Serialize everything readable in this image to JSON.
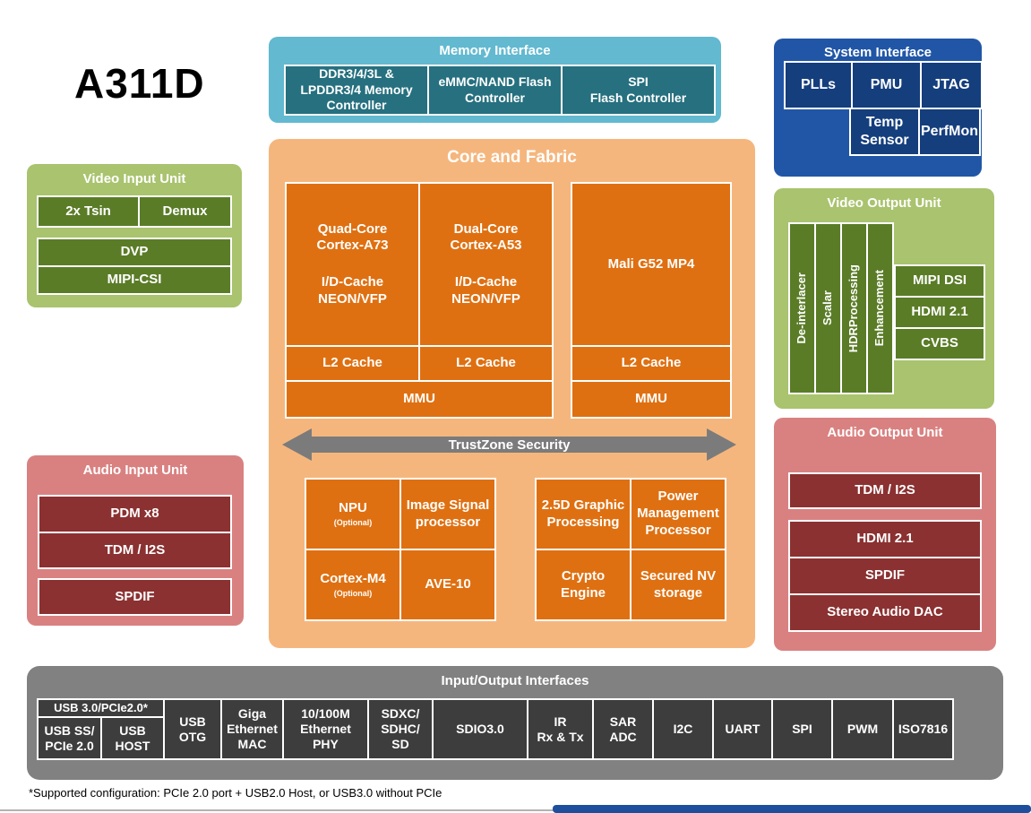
{
  "page": {
    "title": "A311D",
    "footnote": "*Supported configuration: PCIe 2.0 port + USB2.0 Host, or USB3.0 without PCIe"
  },
  "colors": {
    "memory_panel": "#62b9d0",
    "memory_cell": "#26707f",
    "system_panel": "#2156a6",
    "system_cell": "#153e7d",
    "video_panel": "#a9c36e",
    "video_cell": "#5a7c27",
    "core_panel": "#f5b67d",
    "core_cell": "#df7011",
    "audio_panel": "#d98181",
    "audio_cell": "#8b3131",
    "io_panel": "#818181",
    "io_cell": "#3d3d3d",
    "trustzone_arrow": "#7b7b7b",
    "scrollbar_thumb": "#1e4f9d"
  },
  "memory_interface": {
    "title": "Memory Interface",
    "boxes": [
      "DDR3/4/3L &\nLPDDR3/4 Memory\nController",
      "eMMC/NAND Flash\nController",
      "SPI\nFlash Controller"
    ]
  },
  "system_interface": {
    "title": "System Interface",
    "row1": [
      "PLLs",
      "PMU",
      "JTAG"
    ],
    "row2": [
      "Temp\nSensor",
      "PerfMon"
    ]
  },
  "video_input_unit": {
    "title": "Video Input Unit",
    "row": [
      "2x Tsin",
      "Demux"
    ],
    "stack": [
      "DVP",
      "MIPI-CSI"
    ]
  },
  "core_and_fabric": {
    "title": "Core and Fabric",
    "cpu_a73": {
      "name": "Quad-Core\nCortex-A73",
      "cache": "I/D-Cache\nNEON/VFP"
    },
    "cpu_a53": {
      "name": "Dual-Core\nCortex-A53",
      "cache": "I/D-Cache\nNEON/VFP"
    },
    "gpu": "Mali G52 MP4",
    "l2_a73": "L2 Cache",
    "l2_a53": "L2 Cache",
    "l2_gpu": "L2 Cache",
    "mmu_cpu": "MMU",
    "mmu_gpu": "MMU",
    "trustzone": "TrustZone Security",
    "left_group": {
      "npu": "NPU",
      "npu_note": "(Optional)",
      "isp": "Image Signal\nprocessor",
      "m4": "Cortex-M4",
      "m4_note": "(Optional)",
      "ave": "AVE-10"
    },
    "right_group": {
      "graphic_2_5d": "2.5D Graphic\nProcessing",
      "power_mgmt": "Power\nManagement\nProcessor",
      "crypto": "Crypto\nEngine",
      "secured_nv": "Secured NV\nstorage"
    }
  },
  "video_output_unit": {
    "title": "Video Output Unit",
    "pipeline": [
      "De-interlacer",
      "Scalar",
      "HDRProcessing",
      "Enhancement"
    ],
    "outputs": [
      "MIPI DSI",
      "HDMI 2.1",
      "CVBS"
    ]
  },
  "audio_input_unit": {
    "title": "Audio Input Unit",
    "stack": [
      "PDM x8",
      "TDM / I2S"
    ],
    "single": "SPDIF"
  },
  "audio_output_unit": {
    "title": "Audio Output Unit",
    "single": "TDM / I2S",
    "stack": [
      "HDMI 2.1",
      "SPDIF",
      "Stereo Audio DAC"
    ]
  },
  "io_interfaces": {
    "title": "Input/Output Interfaces",
    "usb_group": {
      "header": "USB 3.0/PCIe2.0*",
      "cells": [
        "USB SS/\nPCIe 2.0",
        "USB\nHOST"
      ]
    },
    "boxes": [
      "USB\nOTG",
      "Giga\nEthernet\nMAC",
      "10/100M\nEthernet\nPHY",
      "SDXC/\nSDHC/\nSD",
      "SDIO3.0",
      "IR\nRx & Tx",
      "SAR\nADC",
      "I2C",
      "UART",
      "SPI",
      "PWM",
      "ISO7816"
    ]
  }
}
